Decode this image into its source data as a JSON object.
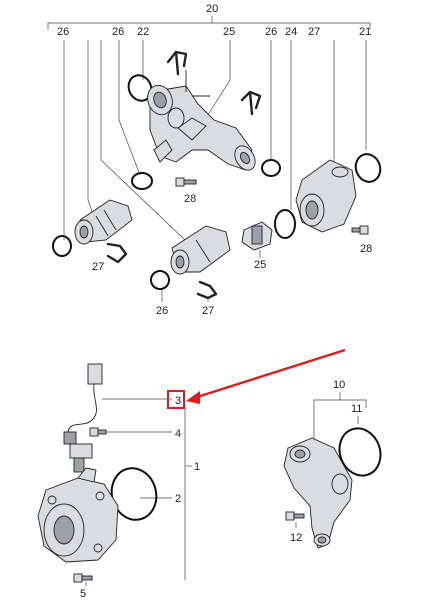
{
  "labels": {
    "n20": "20",
    "n26a": "26",
    "n26b": "26",
    "n22": "22",
    "n25a": "25",
    "n26c": "26",
    "n24": "24",
    "n27a": "27",
    "n21": "21",
    "n28a": "28",
    "n28b": "28",
    "n27b": "27",
    "n25b": "25",
    "n26d": "26",
    "n27c": "27",
    "n3": "3",
    "n4": "4",
    "n1": "1",
    "n2": "2",
    "n5": "5",
    "n10": "10",
    "n11": "11",
    "n12": "12"
  },
  "colors": {
    "highlight": "#e01b1b",
    "line": "#444444",
    "part_fill": "#d9dde2"
  }
}
